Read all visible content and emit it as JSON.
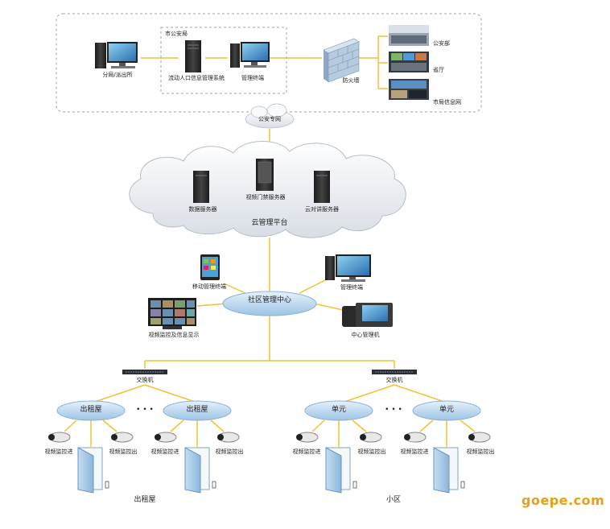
{
  "top": {
    "city_bureau": "市公安局",
    "branch": "分局/派出所",
    "floating_system": "流动人口信息管理系统",
    "mgmt_terminal": "管理终端",
    "firewall": "防火墙",
    "public_security_dept": "公安部",
    "province_hall": "省厅",
    "city_info_net": "市局信息网"
  },
  "network": {
    "police_net": "公安专网"
  },
  "cloud": {
    "title": "云管理平台",
    "data_server": "数据服务器",
    "video_access_server": "视频门禁服务器",
    "intercom_server": "云对讲服务器"
  },
  "community": {
    "center": "社区管理中心",
    "mobile_terminal": "移动管理终端",
    "mgmt_terminal": "管理终端",
    "video_display": "视频监控及信息显示",
    "center_machine": "中心管理机"
  },
  "edge": {
    "switch": "交换机",
    "rental": "出租屋",
    "unit": "单元",
    "cam_in": "视频监控进",
    "cam_out": "视频监控出",
    "ellipsis": "• • •",
    "left_group": "出租屋",
    "right_group": "小区"
  },
  "watermark": "goepe.com",
  "colors": {
    "connector": "#f2c232",
    "dashed": "#a0a0a0",
    "node_fill": "#cfe3f4",
    "accent": "#e6a01a"
  }
}
